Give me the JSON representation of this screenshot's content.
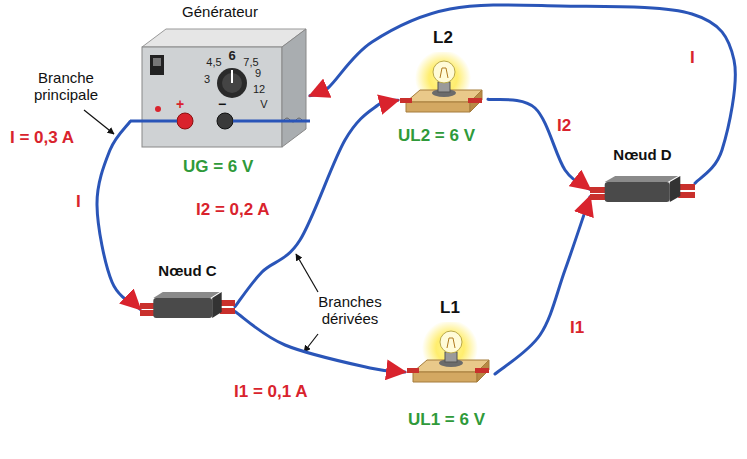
{
  "diagram": {
    "nodes": [
      {
        "text": [
          "Générateur"
        ]
      },
      {
        "text": [
          "L2"
        ]
      },
      {
        "text": [
          "Nœud D"
        ]
      },
      {
        "text": [
          "Nœud C"
        ]
      },
      {
        "text": [
          "L1"
        ]
      }
    ],
    "edges": [
      {
        "from": 0,
        "to": 3,
        "arrow": "to"
      },
      {
        "from": 3,
        "to": 1,
        "arrow": "to"
      },
      {
        "from": 3,
        "to": 4,
        "arrow": "to"
      },
      {
        "from": 1,
        "to": 2,
        "arrow": "to"
      },
      {
        "from": 4,
        "to": 2,
        "arrow": "to"
      },
      {
        "from": 2,
        "to": 0,
        "arrow": "to"
      }
    ],
    "labels": [
      "4,5",
      "6",
      "7,5",
      "3",
      "9",
      "12",
      "V",
      "+",
      "−",
      "Branche principale",
      "I = 0,3 A",
      "I",
      "UG = 6 V",
      "I2 = 0,2 A",
      "Branches dérivées",
      "I1 = 0,1 A",
      "UL2 = 6 V",
      "UL1 = 6 V",
      "I2",
      "I1",
      "I"
    ]
  }
}
